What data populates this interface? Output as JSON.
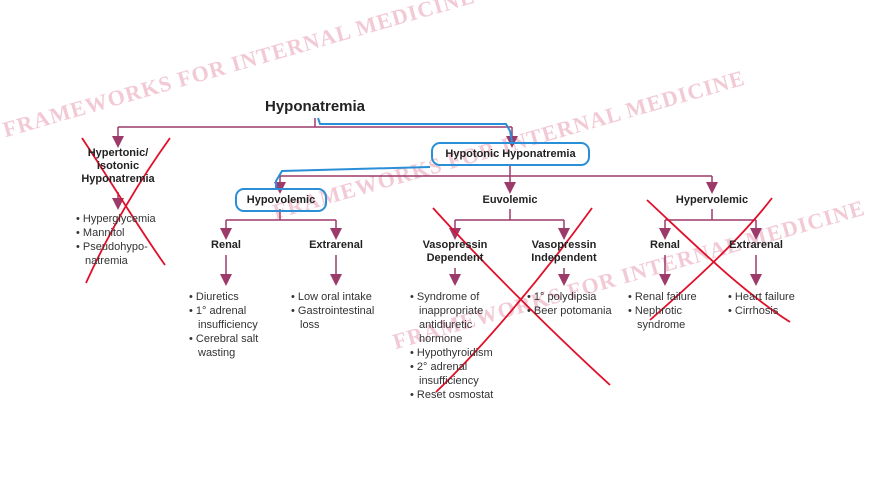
{
  "title": "Hyponatremia",
  "watermark": "FRAMEWORKS FOR INTERNAL MEDICINE",
  "colors": {
    "arrows": "#9c3a6a",
    "text": "#222222",
    "highlight": "#2a8fd6",
    "cross": "#e0102a",
    "watermark": "#e8a0b4"
  },
  "nodes": {
    "hypertonic": "Hypertonic/\nisotonic\nHyponatremia",
    "hypotonic": "Hypotonic Hyponatremia",
    "hypovolemic": "Hypovolemic",
    "euvolemic": "Euvolemic",
    "hypervolemic": "Hypervolemic",
    "hypo_renal": "Renal",
    "hypo_extrarenal": "Extrarenal",
    "vaso_dependent": "Vasopressin\nDependent",
    "vaso_independent": "Vasopressin\nIndependent",
    "hyper_renal": "Renal",
    "hyper_extrarenal": "Extrarenal"
  },
  "lists": {
    "hypertonic": [
      "Hyperglycemia",
      "Mannitol",
      "Pseudohypo-natremia"
    ],
    "hypo_renal": [
      "Diuretics",
      "1° adrenal insufficiency",
      "Cerebral salt wasting"
    ],
    "hypo_extrarenal": [
      "Low oral intake",
      "Gastrointestinal loss"
    ],
    "vaso_dependent": [
      "Syndrome of inappropriate antidiuretic hormone",
      "Hypothyroidism",
      "2° adrenal insufficiency",
      "Reset osmostat"
    ],
    "vaso_independent": [
      "1° polydipsia",
      "Beer potomania"
    ],
    "hyper_renal": [
      "Renal failure",
      "Nephrotic syndrome"
    ],
    "hyper_extrarenal": [
      "Heart failure",
      "Cirrhosis"
    ]
  }
}
